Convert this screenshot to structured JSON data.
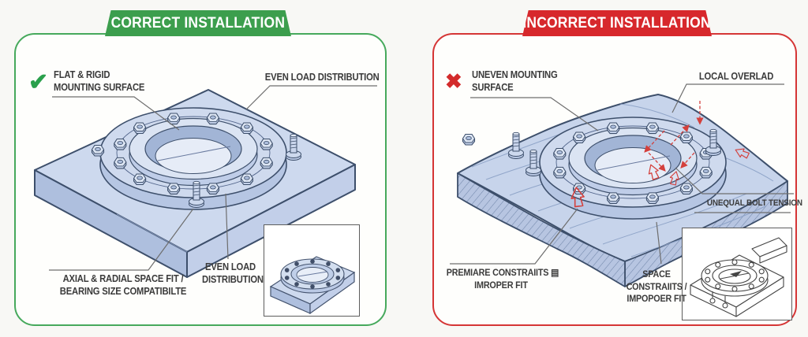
{
  "palette": {
    "correct_green": "#3c9e4d",
    "incorrect_red": "#d7282c",
    "plate_fill": "#cdd9ee",
    "drawing_outline": "#3d4f6b",
    "warning_arrow_red": "#d4403c",
    "label_text": "#3b3b3b"
  },
  "correct": {
    "banner": "CORRECT INSTALLATION",
    "mark_glyph": "✔",
    "labels": {
      "flat_rigid_1": "FLAT & RIGID",
      "flat_rigid_2": "MOUNTING SURFACE",
      "even_load_top": "EVEN LOAD DISTRIBUTION",
      "axial_1": "AXIAL & RADIAL SPACE FIT /",
      "axial_2": "BEARING SIZE COMPATIBILTE",
      "even_load_bottom_1": "EVEN LOAD",
      "even_load_bottom_2": "DISTRIBUTION"
    }
  },
  "incorrect": {
    "banner": "INCORRECT INSTALLATION",
    "mark_glyph": "✖",
    "labels": {
      "uneven_1": "UNEVEN MOUNTING",
      "uneven_2": "SURFACE",
      "local_overload": "LOCAL OVERLAD",
      "unequal_bolt": "UNEQUAL BOLT TENSION",
      "premature_1": "PREMIARE CONSTRAIITS ▤",
      "premature_2": "IMROPER FIT",
      "space_1": "SPACE",
      "space_2": "CONSTRAIITS /",
      "space_3": "IMPOPOER FIT"
    }
  }
}
